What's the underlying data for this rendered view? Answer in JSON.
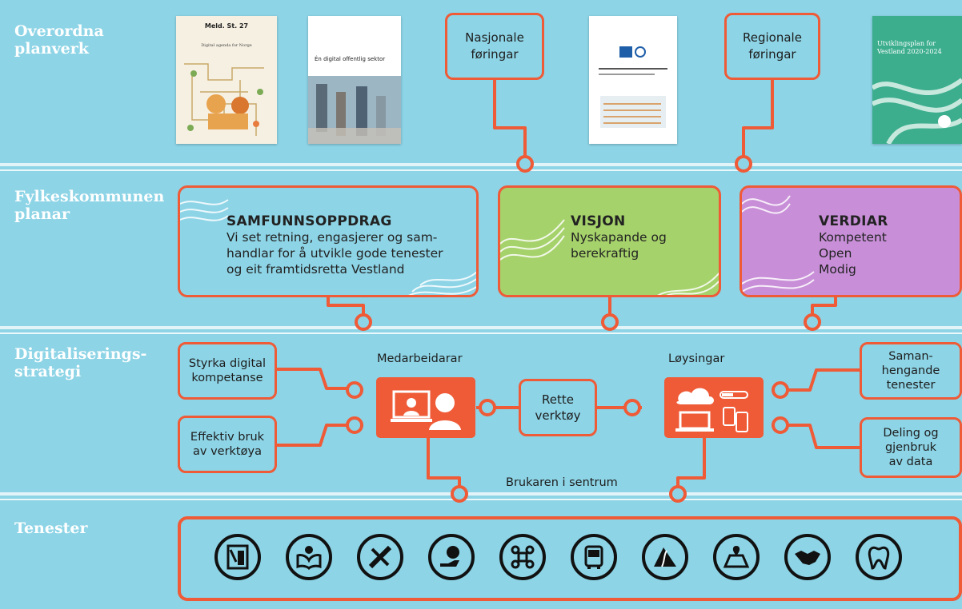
{
  "sections": {
    "overordna": "Overordna\nplanverk",
    "fylke": "Fylkeskommunen\nplanar",
    "digital": "Digitaliserings-\nstrategi",
    "tenester": "Tenester"
  },
  "documents": {
    "doc1_title": "Meld. St. 27",
    "doc1_sub": "Digital agenda for Norge",
    "doc2_title": "Én digital offentlig sektor",
    "doc4_title": "Utviklingsplan for Vestland 2020-2024"
  },
  "callouts": {
    "nasjonale": "Nasjonale\nføringar",
    "regionale": "Regionale\nføringar"
  },
  "plans": {
    "samfunn_head": "SAMFUNNSOPPDRAG",
    "samfunn_text": "Vi set retning, engasjerer og sam-\nhandlar for å utvikle gode tenester\nog eit framtidsretta Vestland",
    "visjon_head": "VISJON",
    "visjon_text": "Nyskapande og\nberekraftig",
    "verdiar_head": "VERDIAR",
    "verdiar_text": "Kompetent\nOpen\nModig"
  },
  "strategy": {
    "styrka": "Styrka digital\nkompetanse",
    "effektiv": "Effektiv bruk\nav verktøya",
    "medarbeidarar": "Medarbeidarar",
    "rette": "Rette\nverktøy",
    "loysingar": "Løysingar",
    "saman": "Saman-\nhengande\ntenester",
    "deling": "Deling og\ngjenbruk\nav data",
    "brukaren": "Brukaren i sentrum"
  },
  "service_icons": [
    "document-icon",
    "reading-icon",
    "ruler-pencil-icon",
    "money-hand-icon",
    "command-icon",
    "bus-icon",
    "road-icon",
    "map-icon",
    "handshake-icon",
    "tooth-icon"
  ],
  "colors": {
    "accent": "#ef5a37",
    "background": "#8dd4e6",
    "visjon": "#a6d26b",
    "verdiar": "#c88fd8"
  }
}
